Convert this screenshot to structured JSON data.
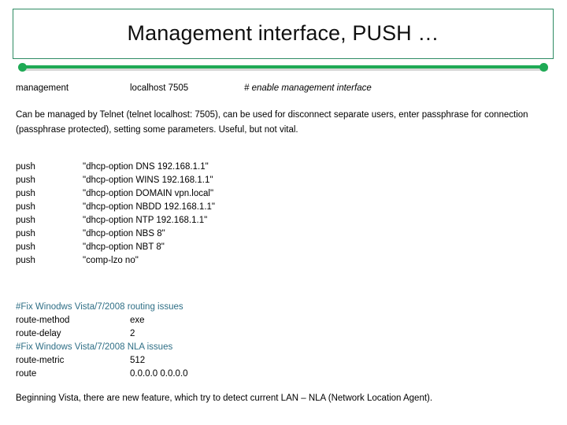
{
  "slide": {
    "title": "Management interface, PUSH …",
    "accent_color": "#1faa55",
    "border_color": "#2e8b63",
    "comment_color": "#2f6f86",
    "background_color": "#ffffff"
  },
  "management_line": {
    "directive": "management",
    "value": "localhost 7505",
    "comment": "# enable management interface"
  },
  "paragraphs": {
    "management_note": "Can be managed by Telnet (telnet localhost: 7505), can be used for disconnect separate users, enter passphrase for connection (passphrase protected), setting some parameters. Useful, but not vital.",
    "nla_note": "Beginning Vista, there are new feature, which try to detect current LAN – NLA (Network Location Agent)."
  },
  "push_block": [
    {
      "directive": "push",
      "value": "\"dhcp-option DNS 192.168.1.1\""
    },
    {
      "directive": "push",
      "value": "\"dhcp-option WINS 192.168.1.1\""
    },
    {
      "directive": "push",
      "value": "\"dhcp-option DOMAIN vpn.local\""
    },
    {
      "directive": "push",
      "value": "\"dhcp-option NBDD 192.168.1.1\""
    },
    {
      "directive": "push",
      "value": "\"dhcp-option NTP 192.168.1.1\""
    },
    {
      "directive": "push",
      "value": "\"dhcp-option NBS 8\""
    },
    {
      "directive": "push",
      "value": "\"dhcp-option NBT 8\""
    },
    {
      "directive": "push",
      "value": "\"comp-lzo no\""
    }
  ],
  "route_block": {
    "comment_routing": "#Fix Winodws Vista/7/2008 routing issues",
    "rows_routing": [
      {
        "directive": "route-method",
        "value": "exe"
      },
      {
        "directive": "route-delay",
        "value": "2"
      }
    ],
    "comment_nla": "#Fix Windows Vista/7/2008 NLA issues",
    "rows_nla": [
      {
        "directive": "route-metric",
        "value": "512"
      },
      {
        "directive": "route",
        "value": "0.0.0.0 0.0.0.0"
      }
    ]
  }
}
